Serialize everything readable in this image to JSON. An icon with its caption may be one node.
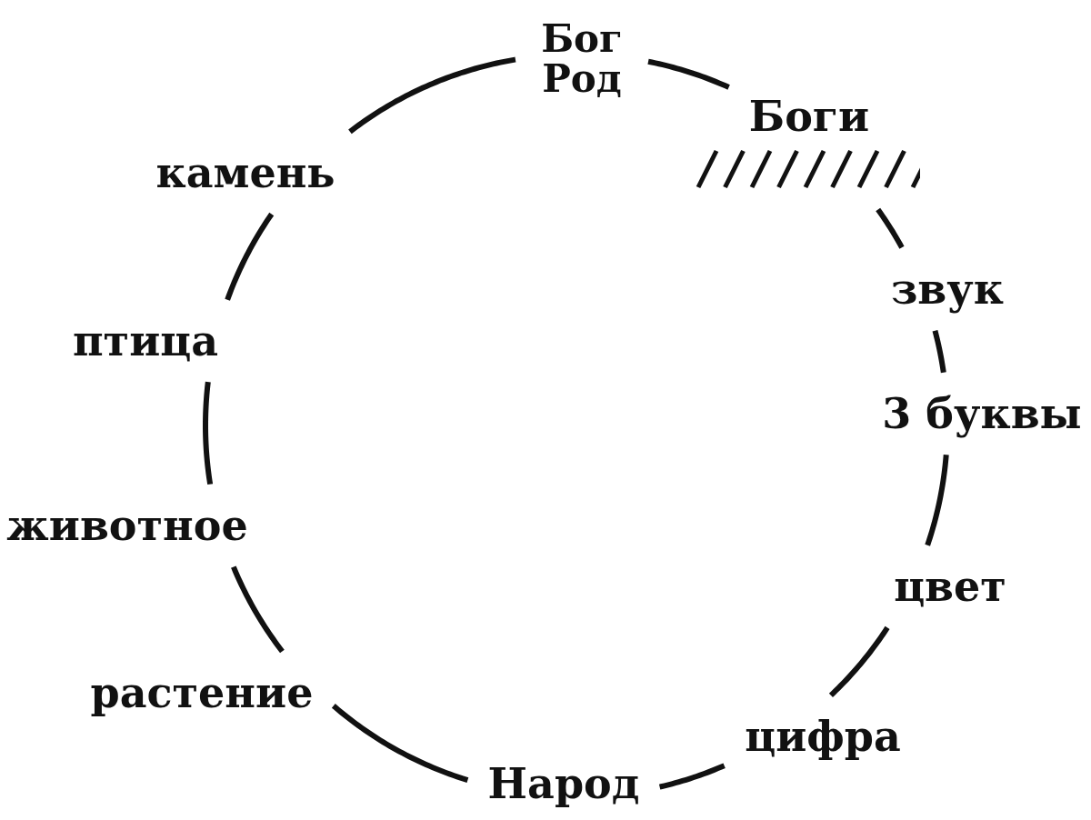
{
  "diagram": {
    "nodes": [
      {
        "text": [
          "Бог Род"
        ]
      },
      {
        "text": [
          "Боги"
        ]
      },
      {
        "text": [],
        "shape": "bar"
      },
      {
        "text": [
          "звук"
        ]
      },
      {
        "text": [
          "3 буквы"
        ]
      },
      {
        "text": [
          "цвет"
        ]
      },
      {
        "text": [
          "цифра"
        ]
      },
      {
        "text": [
          "Народ"
        ]
      },
      {
        "text": [
          "растение"
        ]
      },
      {
        "text": [
          "животное"
        ]
      },
      {
        "text": [
          "птица"
        ]
      },
      {
        "text": [
          "камень"
        ]
      }
    ],
    "edges": [
      {
        "from": 0,
        "to": 1,
        "arrow": "none"
      },
      {
        "from": 2,
        "to": 3,
        "arrow": "none"
      },
      {
        "from": 3,
        "to": 4,
        "arrow": "none"
      },
      {
        "from": 4,
        "to": 5,
        "arrow": "none"
      },
      {
        "from": 5,
        "to": 6,
        "arrow": "none"
      },
      {
        "from": 6,
        "to": 7,
        "arrow": "none"
      },
      {
        "from": 7,
        "to": 8,
        "arrow": "none"
      },
      {
        "from": 8,
        "to": 9,
        "arrow": "none"
      },
      {
        "from": 9,
        "to": 10,
        "arrow": "none"
      },
      {
        "from": 10,
        "to": 11,
        "arrow": "none"
      },
      {
        "from": 11,
        "to": 0,
        "arrow": "none"
      }
    ]
  }
}
